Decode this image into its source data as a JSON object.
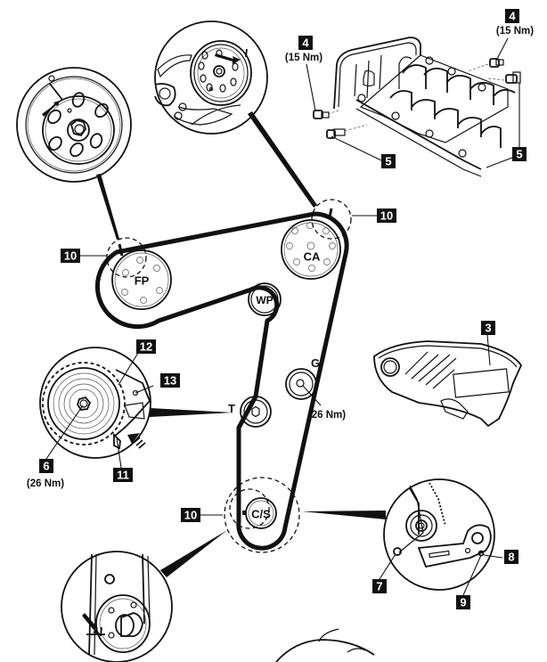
{
  "diagram": {
    "title": "Timing belt layout and component detail views",
    "pulleys": [
      {
        "id": "fp",
        "label": "FP",
        "description": "Fuel pump sprocket"
      },
      {
        "id": "ca",
        "label": "CA",
        "description": "Camshaft sprocket"
      },
      {
        "id": "wp",
        "label": "WP",
        "description": "Water pump"
      },
      {
        "id": "t",
        "label": "T",
        "description": "Tensioner"
      },
      {
        "id": "g",
        "label": "G",
        "description": "Guide pulley",
        "torque": "(26 Nm)"
      },
      {
        "id": "cs",
        "label": "C/S",
        "description": "Crankshaft sprocket"
      }
    ],
    "callouts": [
      {
        "number": "3",
        "target": "Timing belt cover"
      },
      {
        "number": "4",
        "torque": "(15 Nm)",
        "target": "Camshaft cover bolt (left)"
      },
      {
        "number": "4",
        "torque": "(15 Nm)",
        "target": "Camshaft cover bolt (right)"
      },
      {
        "number": "5",
        "target": "Camshaft cover bolt (left lower)"
      },
      {
        "number": "5",
        "target": "Camshaft cover bolt (right lower)"
      },
      {
        "number": "6",
        "torque": "(26 Nm)",
        "target": "Tensioner bolt"
      },
      {
        "number": "7",
        "target": "Crankshaft locking tool bolt"
      },
      {
        "number": "8",
        "target": "Crankshaft locking tool"
      },
      {
        "number": "9",
        "target": "Locking tool bolt"
      },
      {
        "number": "10",
        "target": "Fuel pump timing mark"
      },
      {
        "number": "10",
        "target": "Camshaft timing mark"
      },
      {
        "number": "10",
        "target": "Crankshaft timing mark"
      },
      {
        "number": "11",
        "target": "Tensioner pointer"
      },
      {
        "number": "12",
        "target": "Tensioner hub"
      },
      {
        "number": "13",
        "target": "Tensioner locating pin"
      }
    ]
  }
}
